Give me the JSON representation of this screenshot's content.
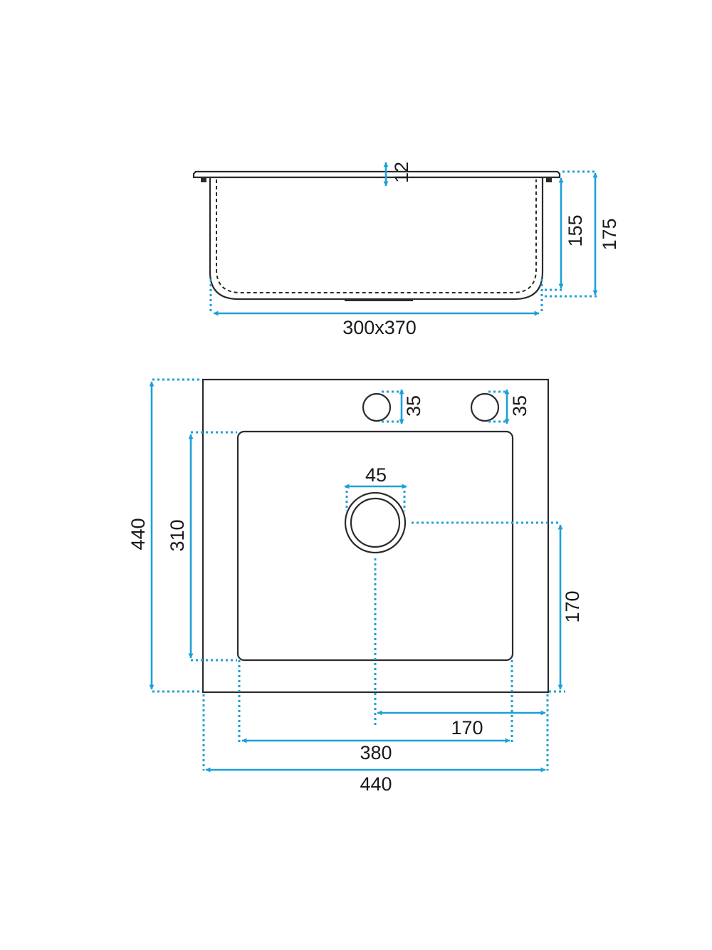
{
  "colors": {
    "dimension": "#1e9fd8",
    "outline": "#2b2b2b",
    "background": "#ffffff"
  },
  "side_view": {
    "rim_thickness": "12",
    "bowl_depth": "155",
    "total_depth": "175",
    "bowl_bottom": "300x370"
  },
  "top_view": {
    "tap_hole_left": "35",
    "tap_hole_right": "35",
    "drain_diameter": "45",
    "overall_depth": "440",
    "bowl_depth": "310",
    "drain_offset_y": "170",
    "drain_offset_x": "170",
    "bowl_width": "380",
    "overall_width": "440"
  }
}
